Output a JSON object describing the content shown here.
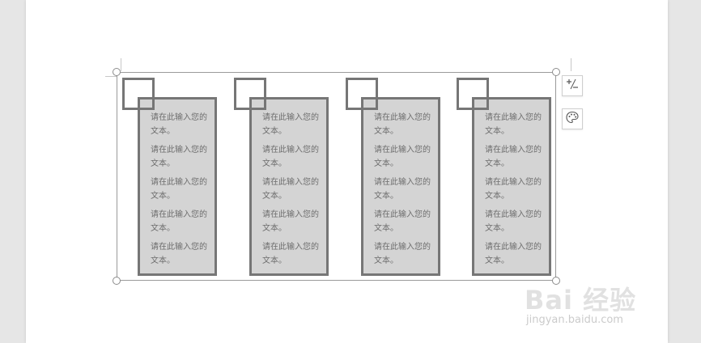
{
  "canvas": {
    "columns": [
      {
        "paragraphs": [
          "请在此输入您的文本。",
          "请在此输入您的文本。",
          "请在此输入您的文本。",
          "请在此输入您的文本。",
          "请在此输入您的文本。"
        ]
      },
      {
        "paragraphs": [
          "请在此输入您的文本。",
          "请在此输入您的文本。",
          "请在此输入您的文本。",
          "请在此输入您的文本。",
          "请在此输入您的文本。"
        ]
      },
      {
        "paragraphs": [
          "请在此输入您的文本。",
          "请在此输入您的文本。",
          "请在此输入您的文本。",
          "请在此输入您的文本。",
          "请在此输入您的文本。"
        ]
      },
      {
        "paragraphs": [
          "请在此输入您的文本。",
          "请在此输入您的文本。",
          "请在此输入您的文本。",
          "请在此输入您的文本。",
          "请在此输入您的文本。"
        ]
      }
    ]
  },
  "side_tools": {
    "layout_options_icon": "layout-options-icon",
    "style_palette_icon": "palette-icon"
  },
  "watermark": {
    "logo_text": "Bai 经验",
    "url": "jingyan.baidu.com"
  },
  "colors": {
    "box_fill": "#d4d4d4",
    "box_border": "#767676",
    "text": "#6e6e6e",
    "background": "#e6e6e6"
  }
}
